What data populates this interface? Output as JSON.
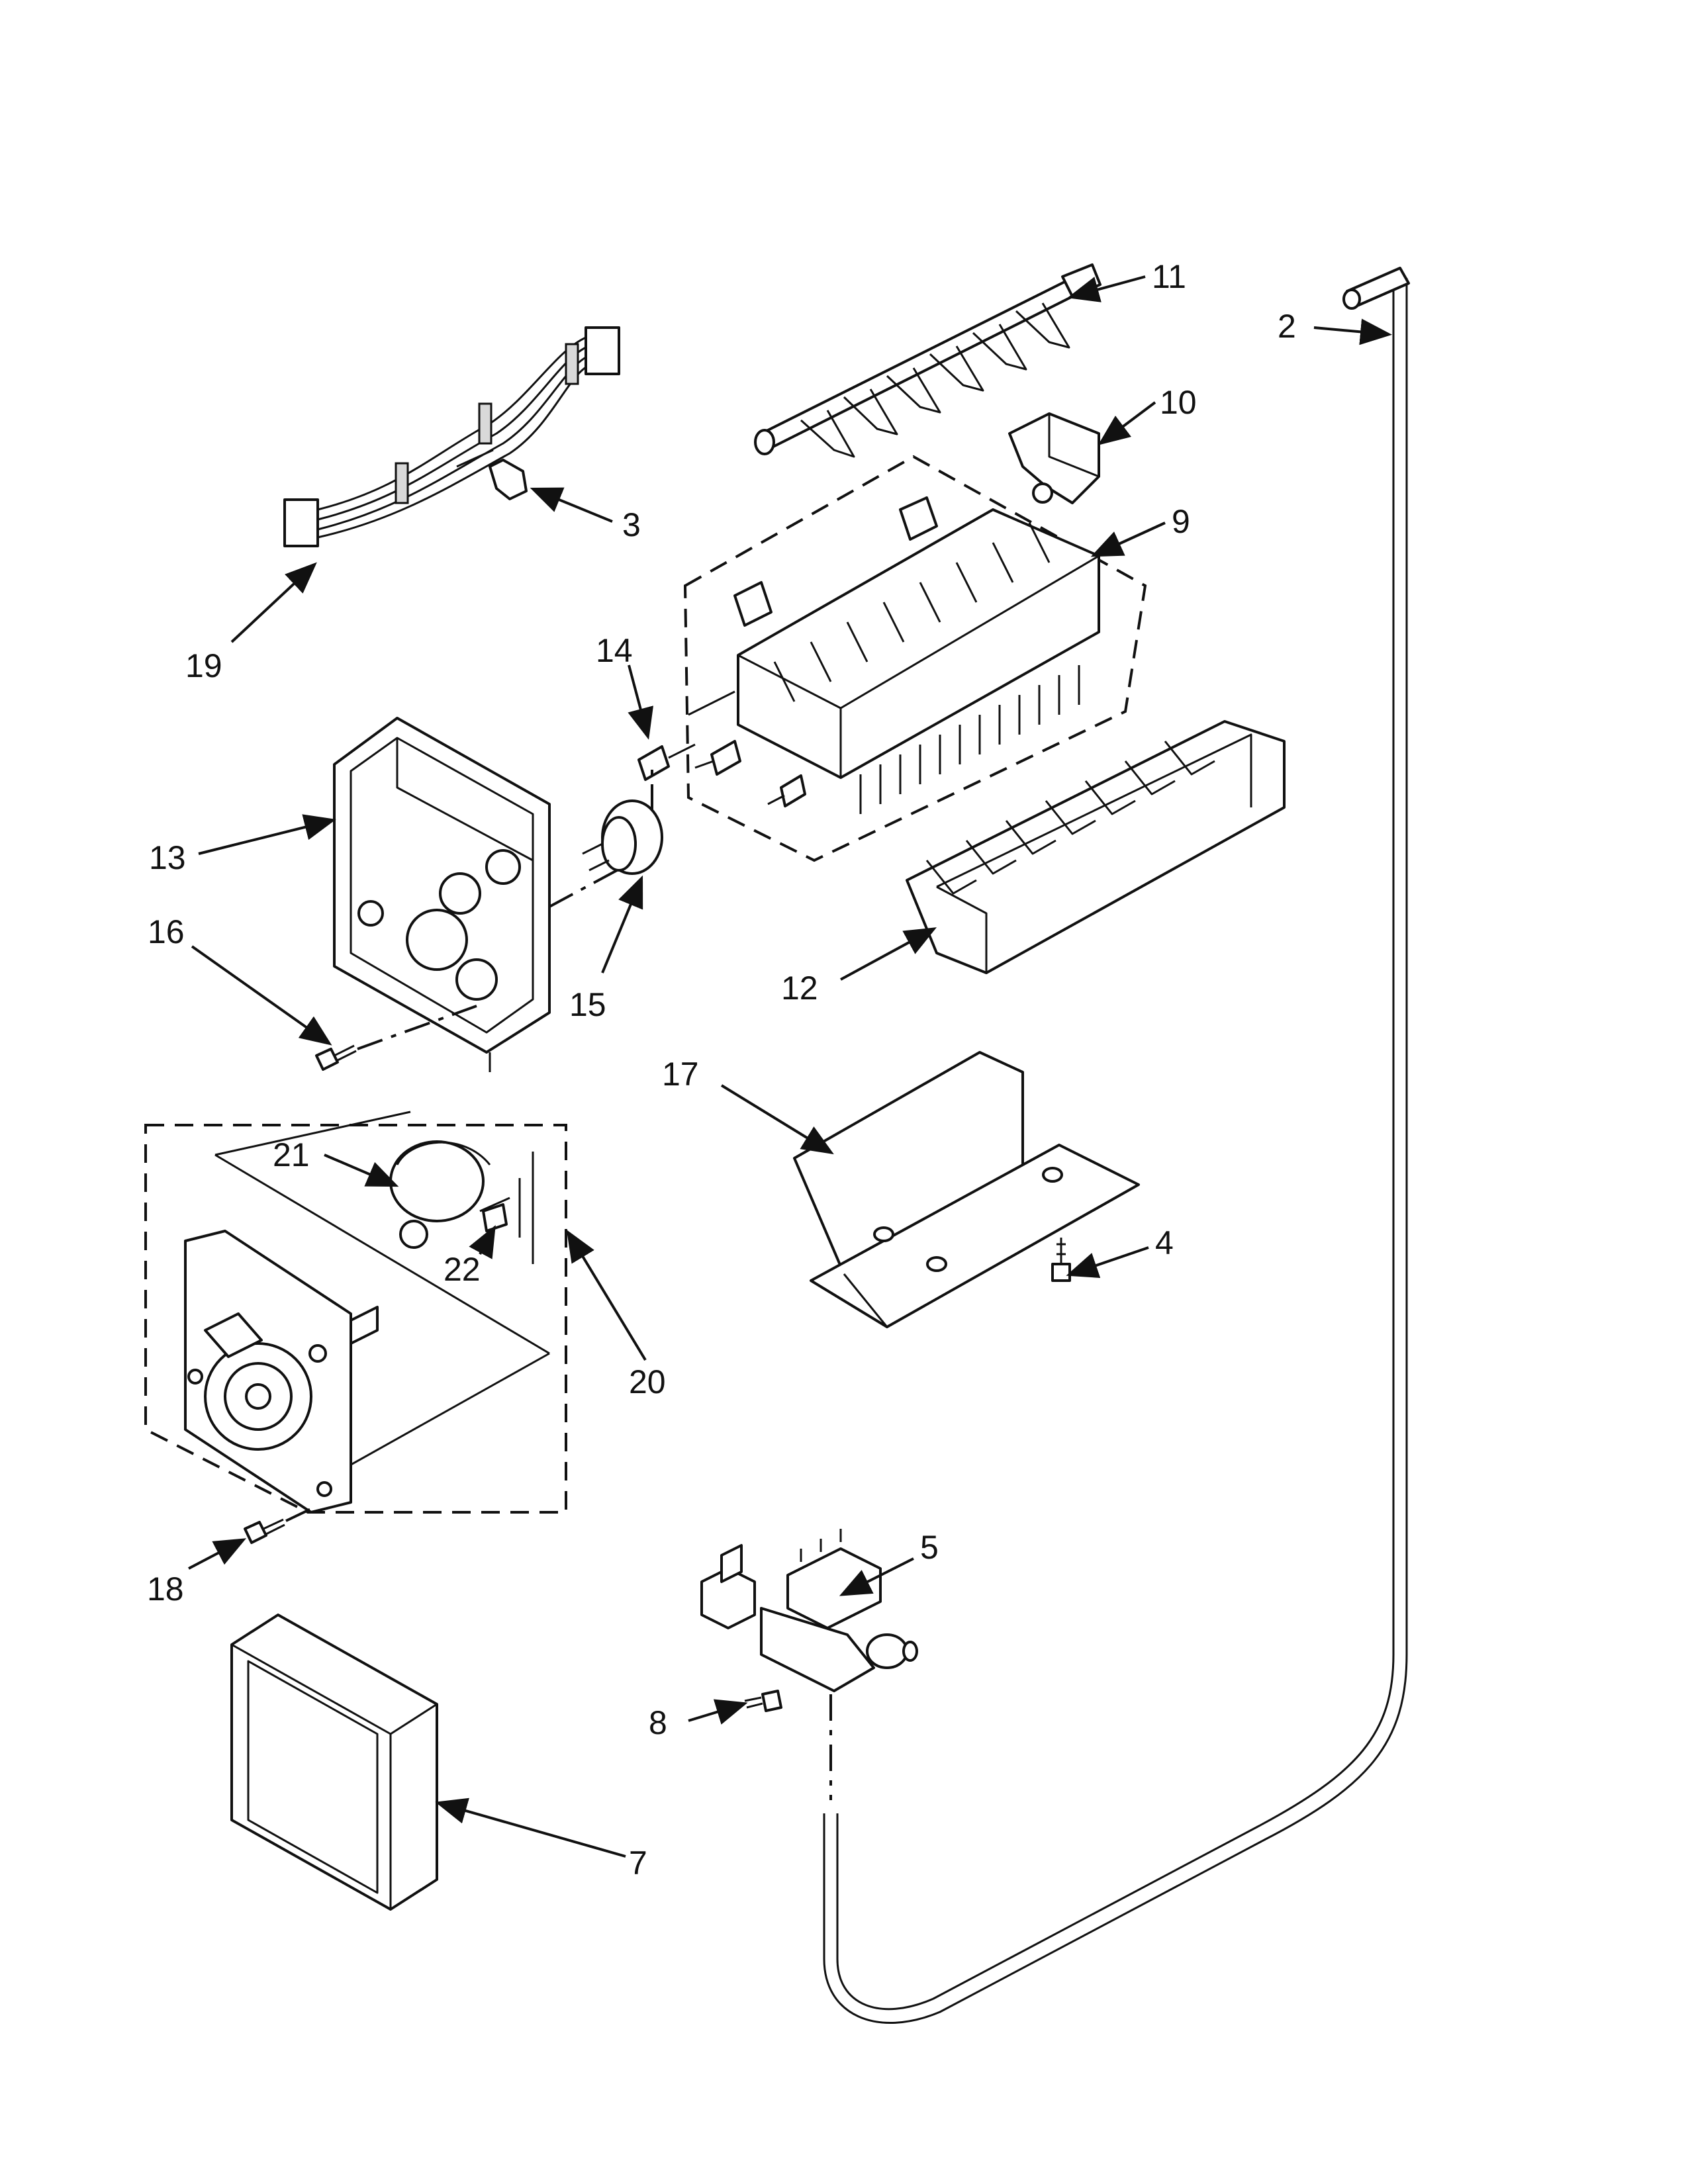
{
  "diagram": {
    "callouts": [
      {
        "id": "c11",
        "label": "11"
      },
      {
        "id": "c2",
        "label": "2"
      },
      {
        "id": "c10",
        "label": "10"
      },
      {
        "id": "c3",
        "label": "3"
      },
      {
        "id": "c9",
        "label": "9"
      },
      {
        "id": "c19",
        "label": "19"
      },
      {
        "id": "c14",
        "label": "14"
      },
      {
        "id": "c13",
        "label": "13"
      },
      {
        "id": "c16",
        "label": "16"
      },
      {
        "id": "c15",
        "label": "15"
      },
      {
        "id": "c12",
        "label": "12"
      },
      {
        "id": "c17",
        "label": "17"
      },
      {
        "id": "c21",
        "label": "21"
      },
      {
        "id": "c4",
        "label": "4"
      },
      {
        "id": "c22",
        "label": "22"
      },
      {
        "id": "c20",
        "label": "20"
      },
      {
        "id": "c5",
        "label": "5"
      },
      {
        "id": "c18",
        "label": "18"
      },
      {
        "id": "c8",
        "label": "8"
      },
      {
        "id": "c7",
        "label": "7"
      }
    ]
  }
}
